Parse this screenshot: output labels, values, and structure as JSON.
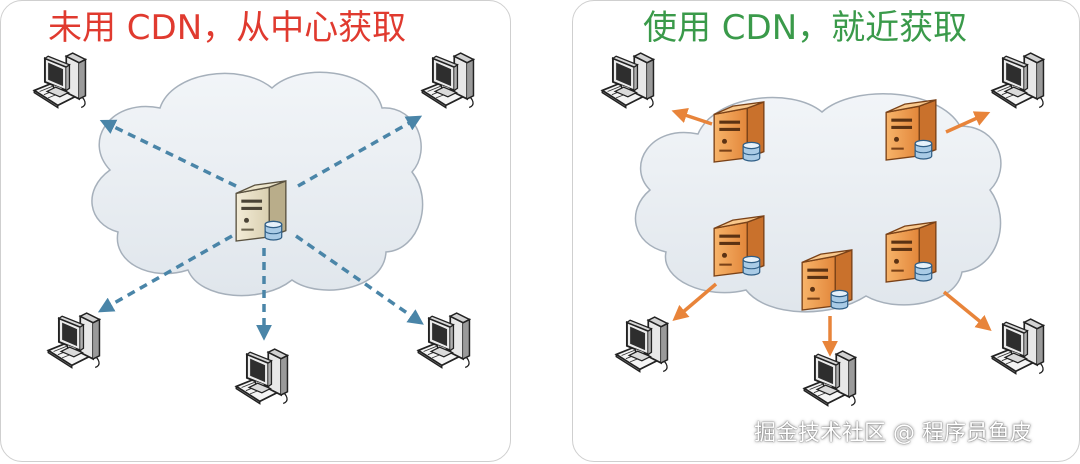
{
  "left": {
    "title": "未用 CDN，从中心获取",
    "accent": "#e03a2f",
    "arrow_color": "#4a85a8"
  },
  "right": {
    "title": "使用 CDN，就近获取",
    "accent": "#3a9a4a",
    "arrow_color": "#e8843a"
  },
  "watermark": "掘金技术社区 @ 程序员鱼皮",
  "icons": {
    "cloud": "cloud-icon",
    "central_server": "central-server-icon",
    "edge_server": "edge-server-icon",
    "client": "computer-terminal-icon",
    "database": "database-icon"
  }
}
